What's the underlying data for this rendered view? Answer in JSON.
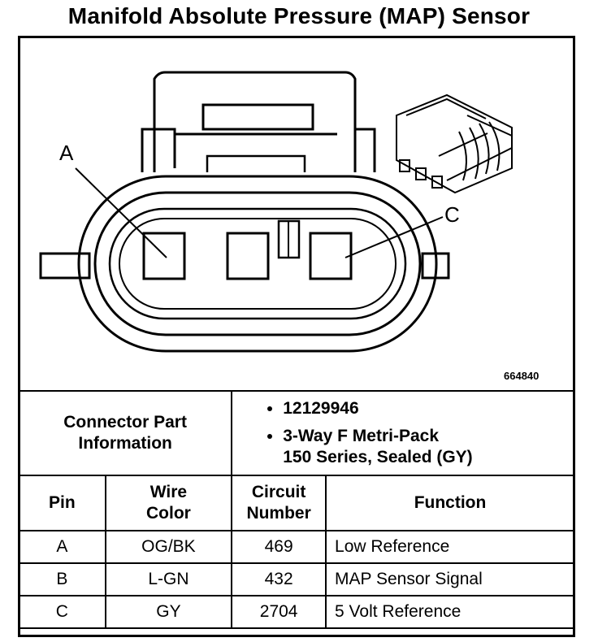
{
  "title": "Manifold Absolute Pressure (MAP) Sensor",
  "figure_number": "664840",
  "callouts": {
    "a": "A",
    "c": "C"
  },
  "connector_info": {
    "label_line1": "Connector Part",
    "label_line2": "Information",
    "part_number": "12129946",
    "description_line1": "3-Way F Metri-Pack",
    "description_line2": "150 Series, Sealed (GY)"
  },
  "table": {
    "headers": {
      "pin": "Pin",
      "wire_color_1": "Wire",
      "wire_color_2": "Color",
      "circuit_1": "Circuit",
      "circuit_2": "Number",
      "function": "Function"
    },
    "rows": [
      {
        "pin": "A",
        "wire_color": "OG/BK",
        "circuit": "469",
        "function": "Low Reference"
      },
      {
        "pin": "B",
        "wire_color": "L-GN",
        "circuit": "432",
        "function": "MAP Sensor Signal"
      },
      {
        "pin": "C",
        "wire_color": "GY",
        "circuit": "2704",
        "function": "5 Volt Reference"
      }
    ]
  }
}
